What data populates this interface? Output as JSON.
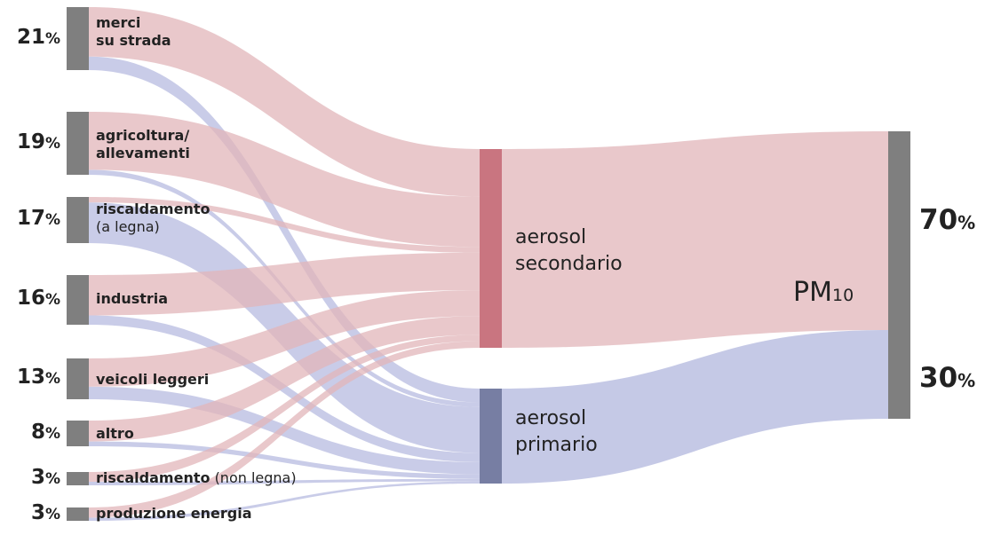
{
  "chart_data": {
    "type": "sankey",
    "title": "",
    "sources": [
      {
        "label_bold": "merci",
        "label_bold2": "su strada",
        "label_normal": "",
        "total": 21,
        "secondario": 16.5,
        "primario": 4.5
      },
      {
        "label_bold": "agricoltura/",
        "label_bold2": "allevamenti",
        "label_normal": "",
        "total": 19,
        "secondario": 17.5,
        "primario": 1.5
      },
      {
        "label_bold": "riscaldamento",
        "label_bold2": "",
        "label_normal": "(a legna)",
        "total": 17,
        "secondario": 2,
        "primario": 15
      },
      {
        "label_bold": "industria",
        "label_bold2": "",
        "label_normal": "",
        "total": 16,
        "secondario": 13,
        "primario": 3
      },
      {
        "label_bold": "veicoli leggeri",
        "label_bold2": "",
        "label_normal": "",
        "total": 13,
        "secondario": 9,
        "primario": 4
      },
      {
        "label_bold": "altro",
        "label_bold2": "",
        "label_normal": "",
        "total": 8,
        "secondario": 6.5,
        "primario": 1.5
      },
      {
        "label_bold": "riscaldamento",
        "label_bold2": "",
        "label_normal": "(non legna)",
        "total": 3,
        "secondario": 2.2,
        "primario": 0.8
      },
      {
        "label_bold": "produzione energia",
        "label_bold2": "",
        "label_normal": "",
        "total": 3,
        "secondario": 2.3,
        "primario": 0.7
      }
    ],
    "intermediate": [
      {
        "line1": "aerosol",
        "line2": "secondario",
        "share": 70
      },
      {
        "line1": "aerosol",
        "line2": "primario",
        "share": 30
      }
    ],
    "target": {
      "label": "PM",
      "subscript": "10"
    },
    "percent_sign": "%",
    "colors": {
      "source_node": "#7f7f7f",
      "secondario_node": "#c97580",
      "primario_node": "#777ea3",
      "secondario_flow": "#e2b6b9",
      "primario_flow": "#b7bbe0",
      "target_node": "#7f7f7f"
    }
  }
}
